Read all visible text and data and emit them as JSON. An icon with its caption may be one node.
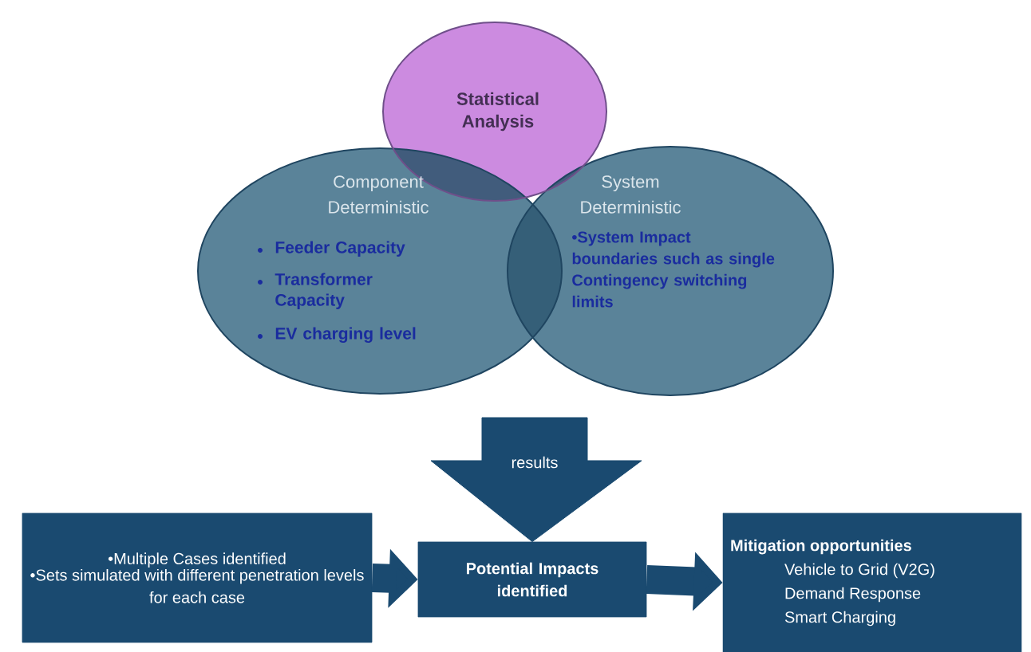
{
  "diagram": {
    "nodes": [
      {
        "text": [
          "Statistical Analysis"
        ]
      },
      {
        "text": [
          "Component Deterministic",
          "Feeder Capacity",
          "Transformer Capacity",
          "EV charging level"
        ]
      },
      {
        "text": [
          "System Deterministic",
          "•System Impact boundaries such as single Contingency switching limits"
        ]
      },
      {
        "text": [
          "•Multiple Cases identified",
          "•Sets simulated with different penetration levels for each case"
        ]
      },
      {
        "text": [
          "Potential Impacts identified"
        ]
      },
      {
        "text": [
          "Mitigation opportunities",
          "Vehicle to Grid (V2G)",
          "Demand Response",
          "Smart Charging"
        ]
      }
    ],
    "edges": [
      {
        "from": null,
        "to": 4,
        "arrow": "to",
        "label": "results"
      },
      {
        "from": 3,
        "to": 4,
        "arrow": "to"
      },
      {
        "from": 4,
        "to": 5,
        "arrow": "to"
      }
    ]
  }
}
